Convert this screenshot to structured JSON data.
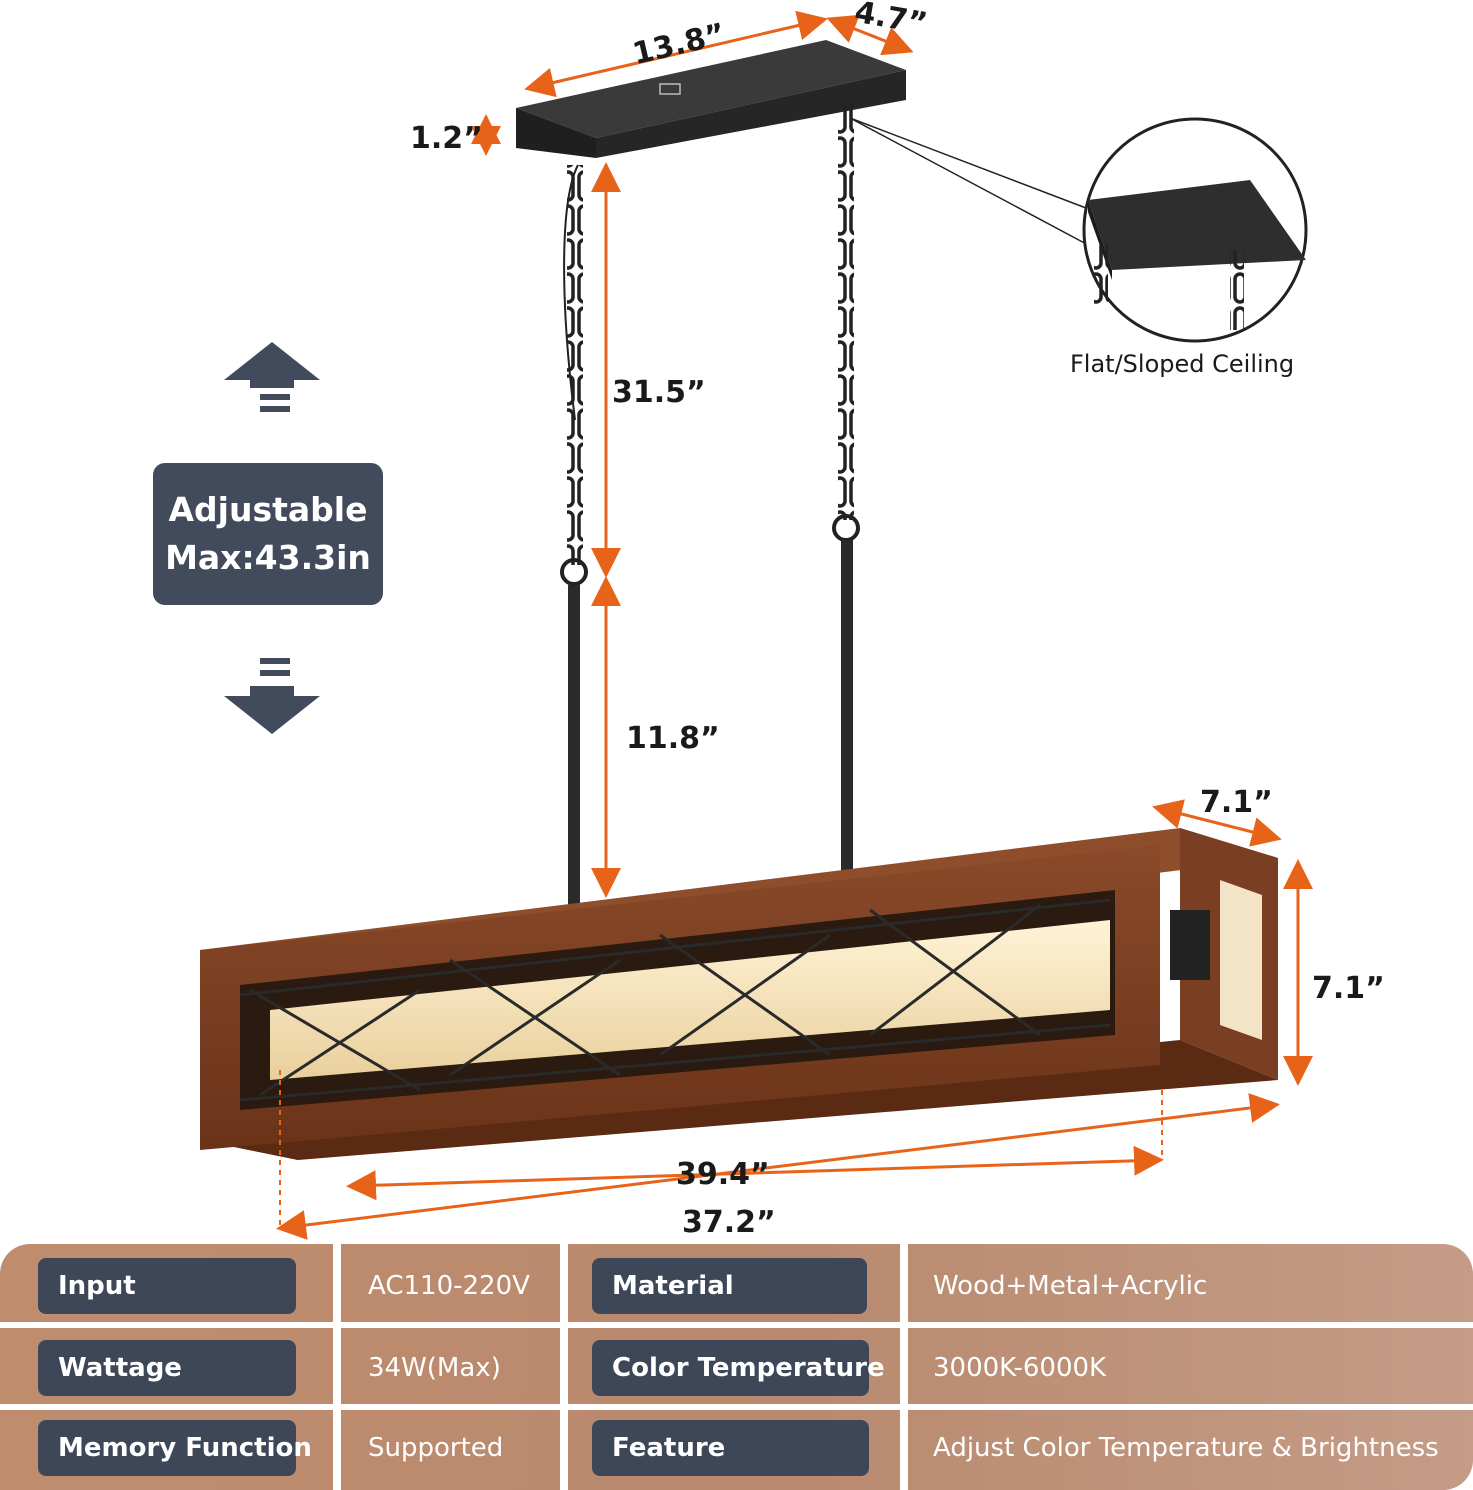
{
  "dimensions": {
    "canopy_length": "13.8”",
    "canopy_width": "4.7”",
    "canopy_height": "1.2”",
    "chain_length": "31.5”",
    "rod_length": "11.8”",
    "fixture_depth": "7.1”",
    "fixture_height": "7.1”",
    "fixture_length": "39.4”",
    "inner_length": "37.2”"
  },
  "inset_caption": "Flat/Sloped Ceiling",
  "adjustable": {
    "line1": "Adjustable",
    "line2": "Max:43.3in"
  },
  "specs": [
    {
      "label_a": "Input",
      "value_a": "AC110-220V",
      "label_b": "Material",
      "value_b": "Wood+Metal+Acrylic"
    },
    {
      "label_a": "Wattage",
      "value_a": "34W(Max)",
      "label_b": "Color Temperature",
      "value_b": "3000K-6000K"
    },
    {
      "label_a": "Memory Function",
      "value_a": "Supported",
      "label_b": "Feature",
      "value_b": "Adjust Color Temperature & Brightness"
    }
  ],
  "colors": {
    "dimension_arrow": "#e8631a",
    "wood": "#7a3f22",
    "badge": "#414b5c",
    "table_bg": "#bf8c6e"
  },
  "icons": [
    "arrow-up-icon",
    "arrow-down-icon"
  ]
}
